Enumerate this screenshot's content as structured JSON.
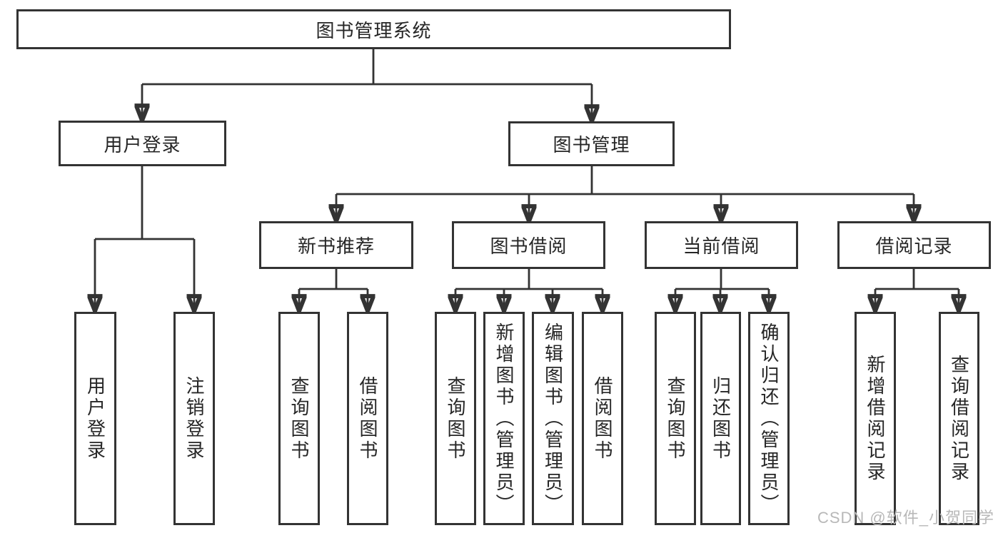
{
  "page": {
    "colors": {
      "line": "#333333",
      "text": "#262626",
      "bg": "#ffffff",
      "watermark": "#b8b8b8"
    }
  },
  "watermark": {
    "text": "CSDN @软件_小贺同学"
  },
  "tree": {
    "root": {
      "label": "图书管理系统"
    },
    "level2": [
      {
        "label": "用户登录",
        "children": [
          {
            "label": "用户登录"
          },
          {
            "label": "注销登录"
          }
        ]
      },
      {
        "label": "图书管理",
        "children": [
          {
            "label": "新书推荐",
            "children": [
              {
                "label": "查询图书"
              },
              {
                "label": "借阅图书"
              }
            ]
          },
          {
            "label": "图书借阅",
            "children": [
              {
                "label": "查询图书"
              },
              {
                "label": "新增图书（管理员）"
              },
              {
                "label": "编辑图书（管理员）"
              },
              {
                "label": "借阅图书"
              }
            ]
          },
          {
            "label": "当前借阅",
            "children": [
              {
                "label": "查询图书"
              },
              {
                "label": "归还图书"
              },
              {
                "label": "确认归还（管理员）"
              }
            ]
          },
          {
            "label": "借阅记录",
            "children": [
              {
                "label": "新增借阅记录"
              },
              {
                "label": "查询借阅记录"
              }
            ]
          }
        ]
      }
    ]
  }
}
